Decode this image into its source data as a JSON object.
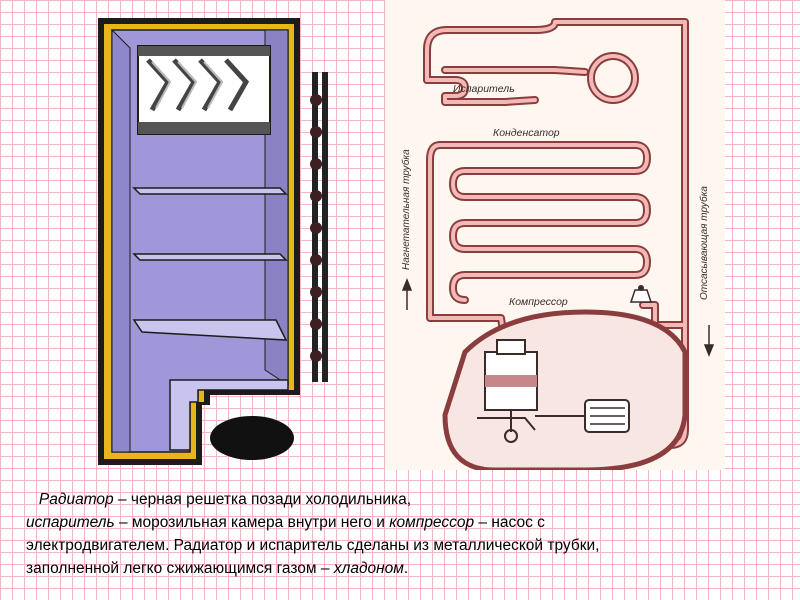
{
  "diagram": {
    "labels": {
      "evaporator": "Испаритель",
      "condenser": "Конденсатор",
      "compressor": "Компрессор",
      "discharge_tube": "Нагнетательная трубка",
      "suction_tube": "Отсасывающая трубка"
    }
  },
  "caption": {
    "line1_term": "Радиатор",
    "line1_rest": " – черная решетка позади холодильника,",
    "line2_term": "испаритель",
    "line2_mid": " – морозильная камера внутри него и ",
    "line2_term2": "компрессор",
    "line2_rest": " – насос с",
    "line3": "электродвигателем. Радиатор и испаритель сделаны из металлической трубки,",
    "line4_start": "заполненной легко сжижающимся газом – ",
    "line4_term": "хладоном",
    "line4_end": "."
  },
  "colors": {
    "fridge_interior": "#9f97d8",
    "fridge_frame": "#e8b619",
    "tube": "#d87f82",
    "diagram_bg": "#fdf7f0"
  }
}
